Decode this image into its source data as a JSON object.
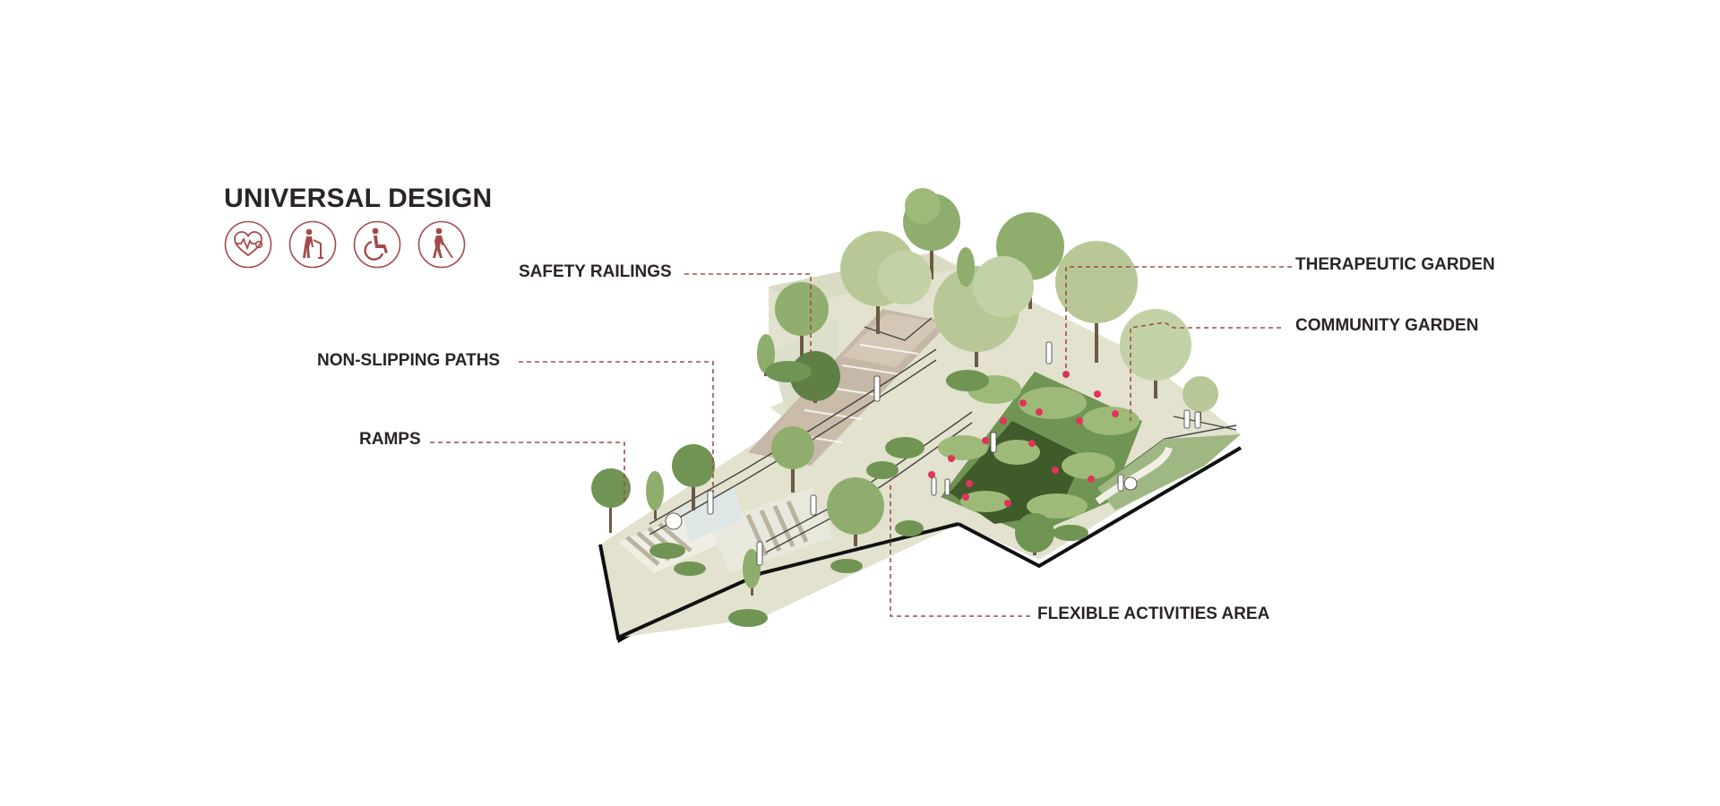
{
  "title": "UNIVERSAL DESIGN",
  "icons": [
    "heart-health-icon",
    "elderly-walker-icon",
    "wheelchair-icon",
    "blind-cane-icon"
  ],
  "colors": {
    "accent": "#a44a4a",
    "text": "#2b2424",
    "ground": "#e7e6d6",
    "foliage_light": "#b7c896",
    "foliage_mid": "#8fae6e",
    "foliage_dark": "#5f7f45",
    "pond": "#3f5b2a",
    "flower": "#e0345a"
  },
  "callouts": {
    "safety_railings": "SAFETY RAILINGS",
    "non_slipping_paths": "NON-SLIPPING PATHS",
    "ramps": "RAMPS",
    "therapeutic_garden": "THERAPEUTIC GARDEN",
    "community_garden": "COMMUNITY GARDEN",
    "flexible_activities_area": "FLEXIBLE ACTIVITIES AREA"
  }
}
